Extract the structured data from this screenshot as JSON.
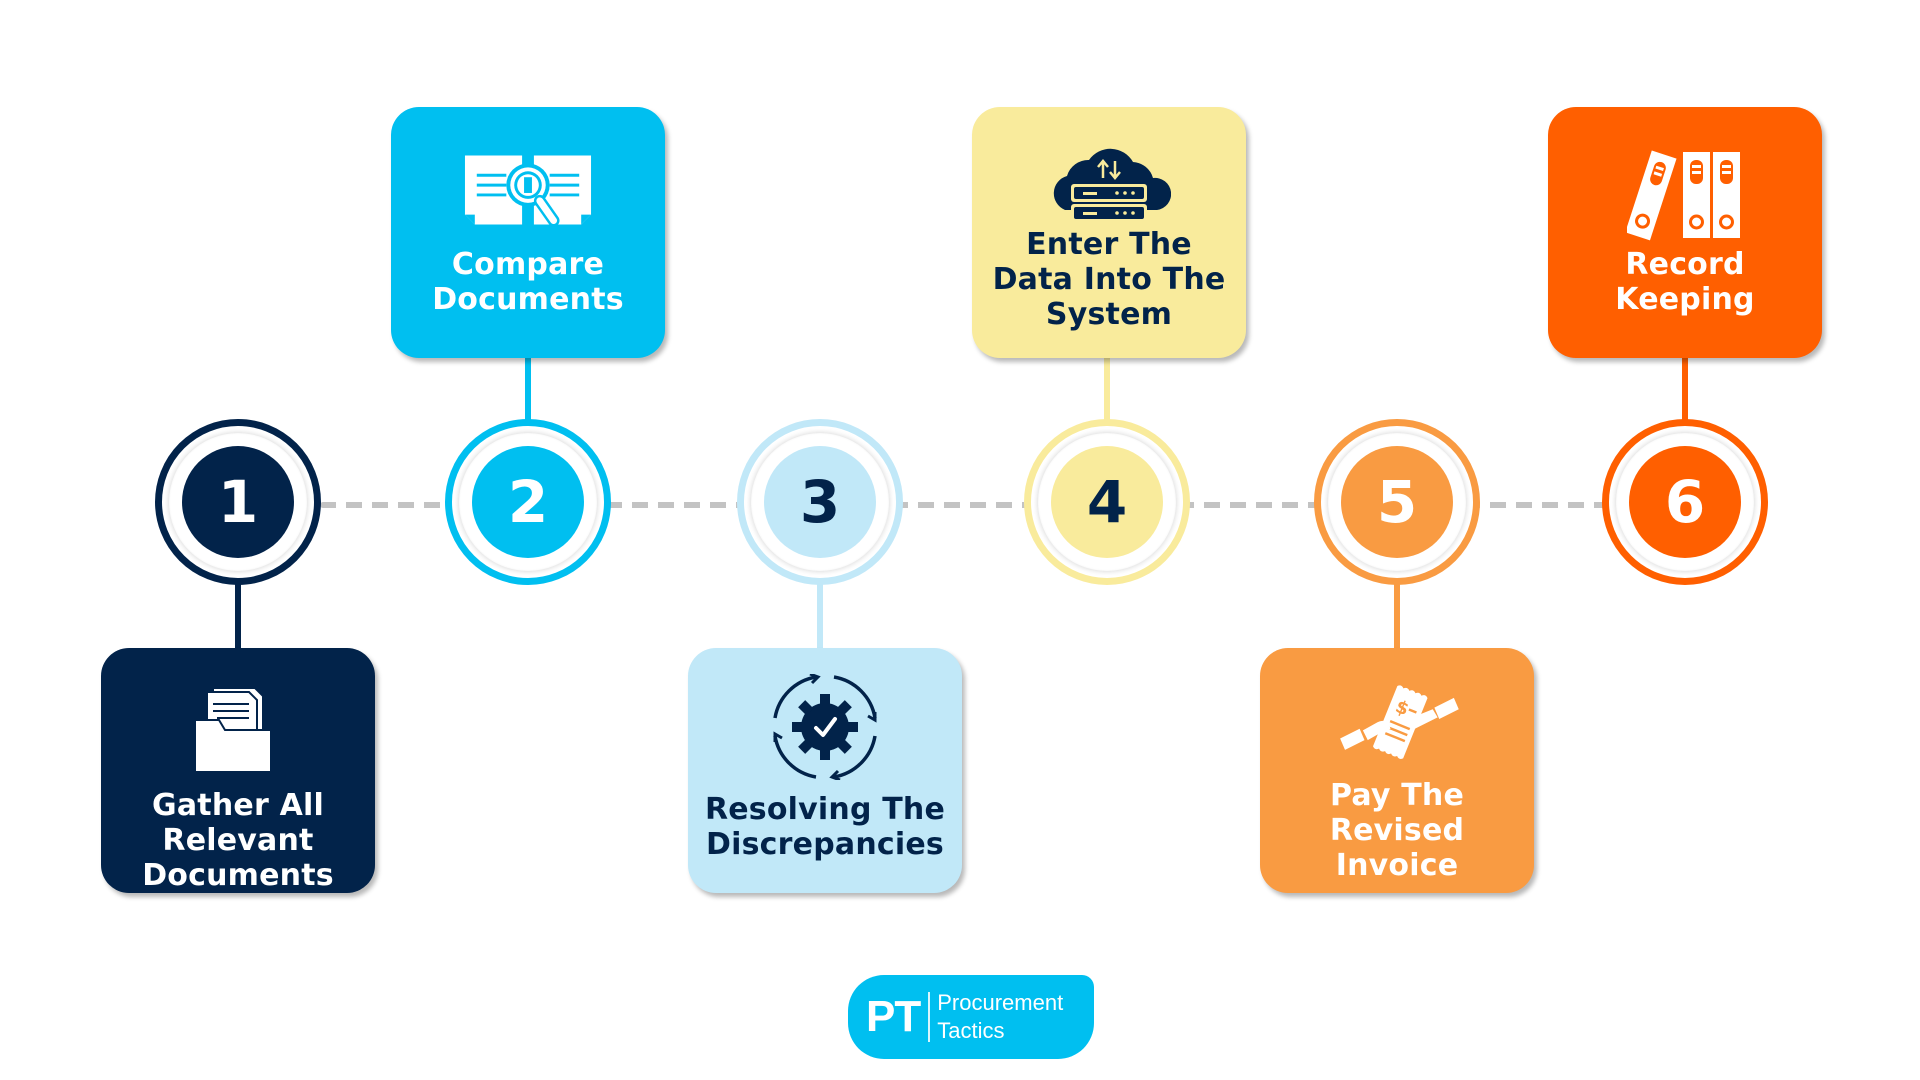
{
  "colors": {
    "navy": "#02234a",
    "cyan": "#00bff0",
    "light_blue": "#c1e8f8",
    "yellow": "#f9eb9c",
    "light_orange": "#f99b42",
    "orange": "#ff5f00",
    "dash": "#c3c3c3",
    "white": "#ffffff"
  },
  "steps": [
    {
      "number": "1",
      "label_lines": [
        "Gather All",
        "Relevant",
        "Documents"
      ],
      "icon": "folder-documents-icon",
      "position": "bottom"
    },
    {
      "number": "2",
      "label_lines": [
        "Compare",
        "Documents"
      ],
      "icon": "compare-documents-magnifier-icon",
      "position": "top"
    },
    {
      "number": "3",
      "label_lines": [
        "Resolving The",
        "Discrepancies"
      ],
      "icon": "gear-check-cycle-icon",
      "position": "bottom"
    },
    {
      "number": "4",
      "label_lines": [
        "Enter The",
        "Data Into The",
        "System"
      ],
      "icon": "cloud-server-icon",
      "position": "top"
    },
    {
      "number": "5",
      "label_lines": [
        "Pay The",
        "Revised",
        "Invoice"
      ],
      "icon": "hands-invoice-payment-icon",
      "position": "bottom"
    },
    {
      "number": "6",
      "label_lines": [
        "Record",
        "Keeping"
      ],
      "icon": "binders-icon",
      "position": "top"
    }
  ],
  "logo": {
    "initials": "PT",
    "name_line1": "Procurement",
    "name_line2": "Tactics"
  }
}
